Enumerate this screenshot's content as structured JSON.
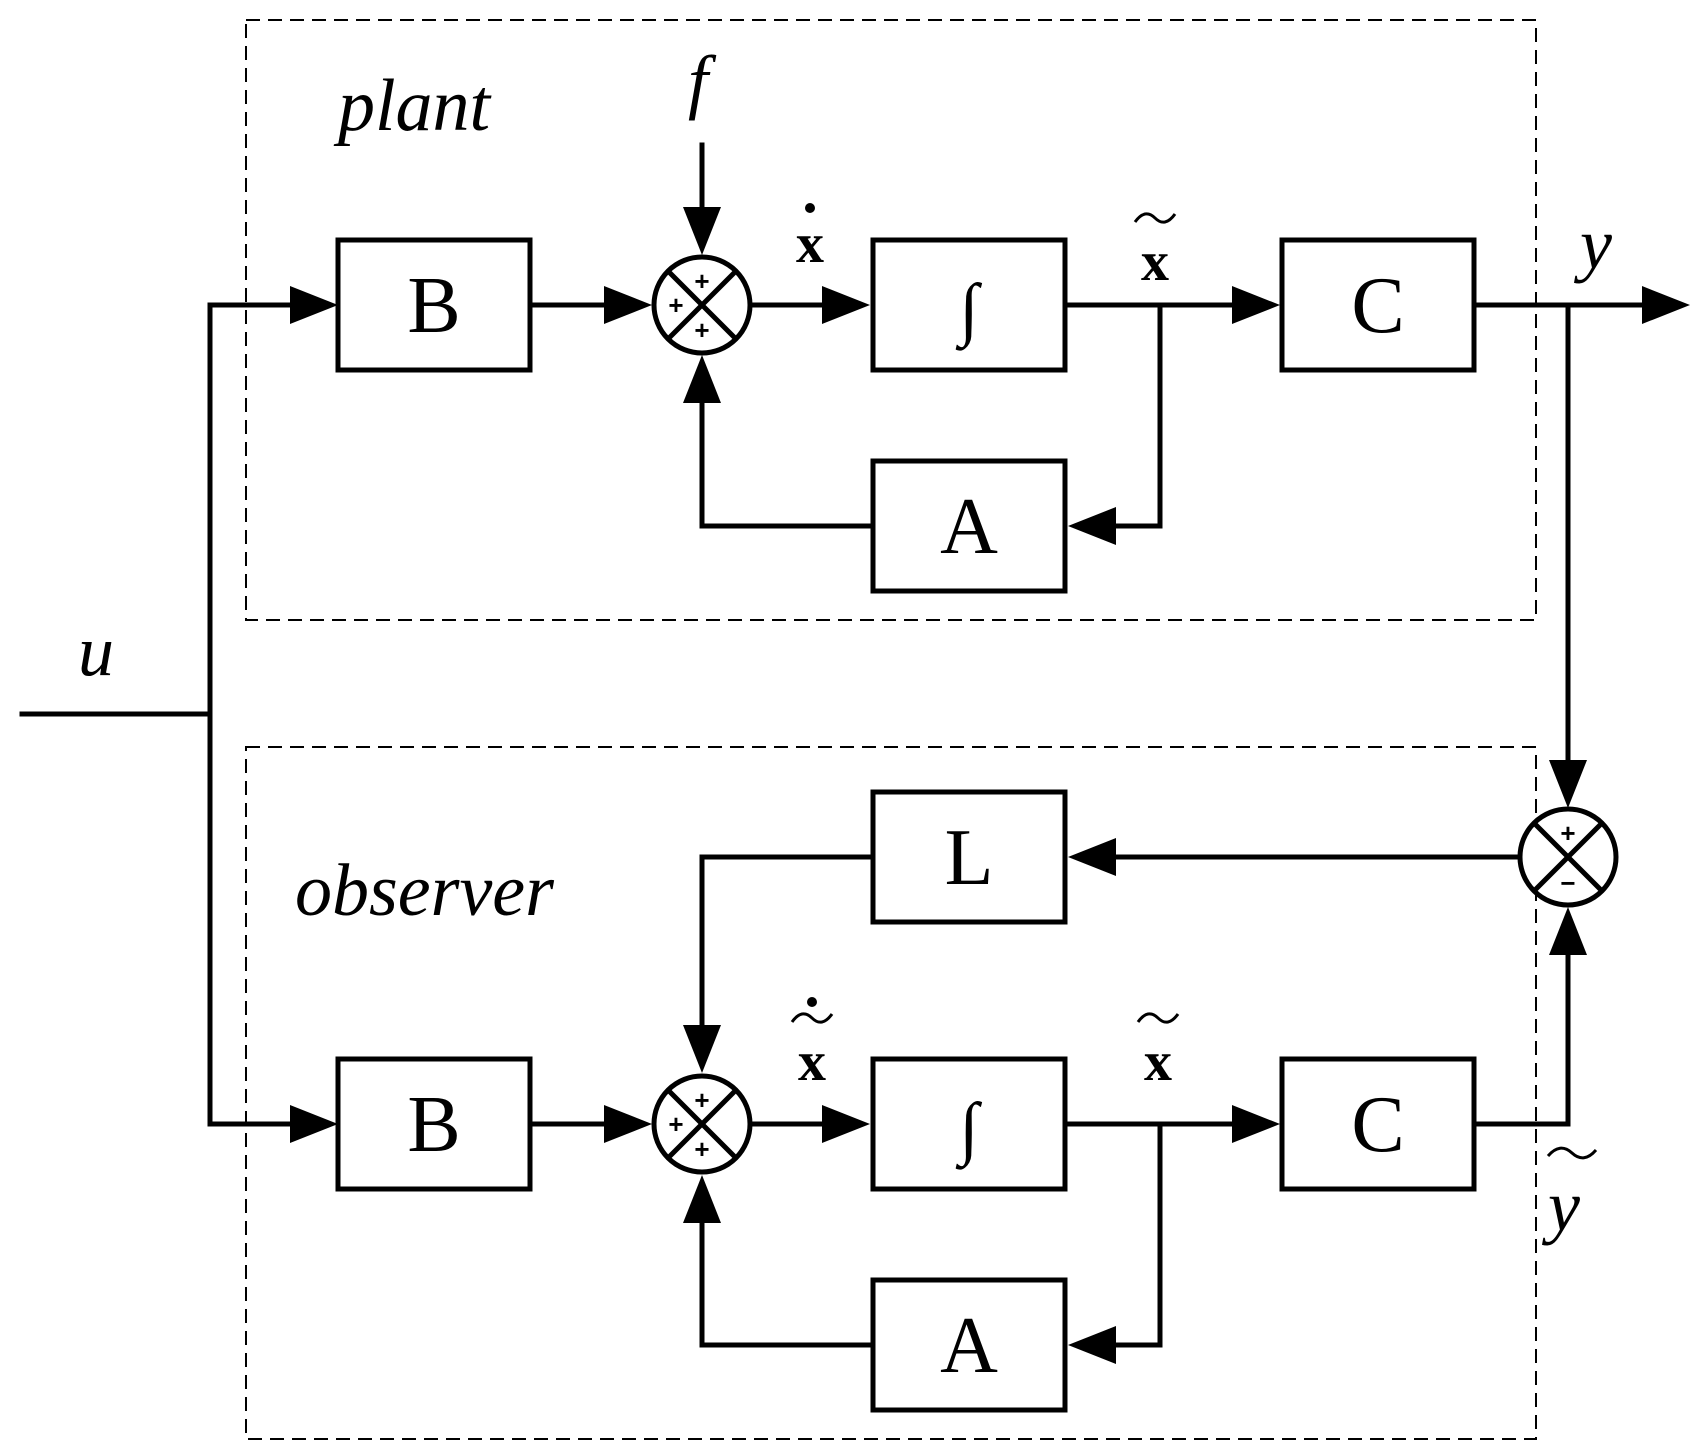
{
  "regions": {
    "plant": "plant",
    "observer": "observer"
  },
  "signals": {
    "input": "u",
    "disturbance": "f",
    "plant_state_derivative": "x",
    "plant_state": "x",
    "plant_output": "y",
    "observer_state_derivative": "x",
    "observer_state": "x",
    "observer_output": "y"
  },
  "blocks": {
    "plant_B": "B",
    "plant_integrator": "∫",
    "plant_C": "C",
    "plant_A": "A",
    "observer_L": "L",
    "observer_B": "B",
    "observer_integrator": "∫",
    "observer_C": "C",
    "observer_A": "A"
  },
  "junctions": {
    "plant_sum": {
      "top": "+",
      "left": "+",
      "bottom": "+"
    },
    "error_sum": {
      "top": "+",
      "bottom": "−"
    },
    "observer_sum": {
      "top": "+",
      "left": "+",
      "bottom": "+"
    }
  }
}
